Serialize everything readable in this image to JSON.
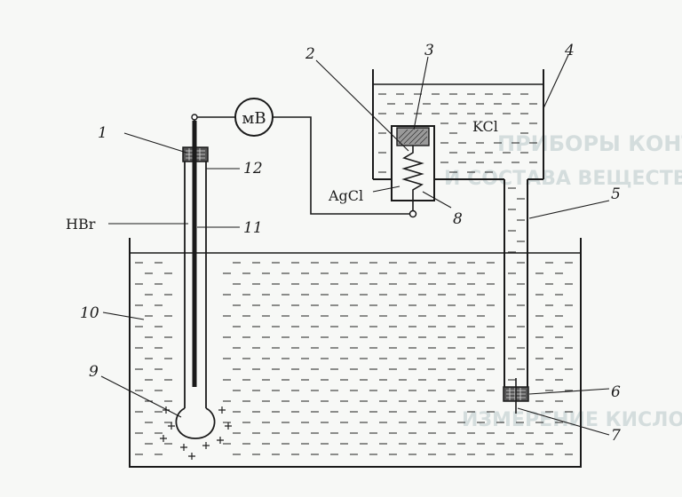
{
  "diagram": {
    "meter_label": "мВ",
    "chem_labels": {
      "kcl": "KCl",
      "agcl": "AgCl",
      "hbr": "HBr"
    },
    "part_numbers": [
      "1",
      "2",
      "3",
      "4",
      "5",
      "6",
      "7",
      "8",
      "9",
      "10",
      "11",
      "12"
    ],
    "bleed_through_text": {
      "line1": "ПРИБОРЫ КОНТРОЛЯ КАЧЕСТВА",
      "line2": "И СОСТАВА ВЕЩЕСТВА",
      "line3": "ИЗМЕРЕНИЕ КИСЛОТНОСТИ"
    }
  }
}
